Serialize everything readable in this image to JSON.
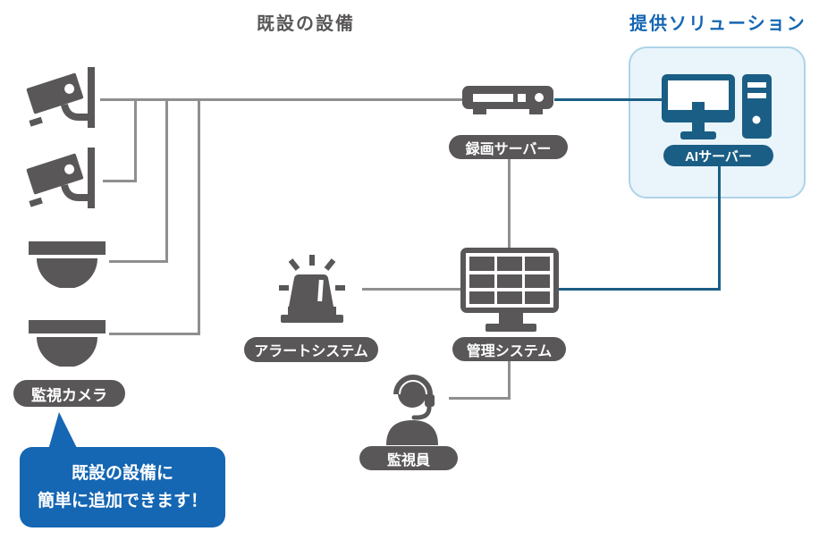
{
  "titles": {
    "existing": "既設の設備",
    "solution": "提供ソリューション"
  },
  "nodes": {
    "surveillance_cameras": "監視カメラ",
    "recording_server": "録画サーバー",
    "ai_server": "AIサーバー",
    "alert_system": "アラートシステム",
    "management_system": "管理システム",
    "operator": "監視員"
  },
  "callout": {
    "line1": "既設の設備に",
    "line2": "簡単に追加できます！"
  },
  "icons": {
    "camera1": "bullet-camera-icon",
    "camera2": "bullet-camera-icon",
    "dome1": "dome-camera-icon",
    "dome2": "dome-camera-icon",
    "recorder": "recording-server-icon",
    "ai_computer": "ai-server-computer-icon",
    "alert": "alert-siren-icon",
    "monitor": "management-monitor-icon",
    "operator": "operator-headset-icon"
  },
  "colors": {
    "dark_gray": "#595757",
    "line_gray": "#8f8f8f",
    "teal": "#1b5e85",
    "blue": "#1566b3",
    "box_fill": "#e9f4fb",
    "box_border": "#aed3e8"
  }
}
